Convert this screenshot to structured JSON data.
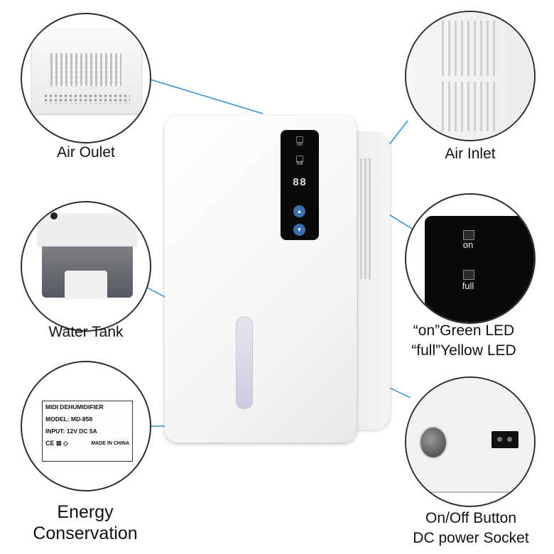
{
  "callouts": {
    "air_outlet": "Air Oulet",
    "water_tank": "Water Tank",
    "energy_line1": "Energy",
    "energy_line2": "Conservation",
    "air_inlet": "Air Inlet",
    "led_line1": "“on”Green LED",
    "led_line2": "“full”Yellow LED",
    "button_line1": "On/Off Button",
    "button_line2": "DC power Socket"
  },
  "led_panel": {
    "on_label": "on",
    "full_label": "full"
  },
  "device_panel": {
    "on_label": "on",
    "full_label": "full",
    "display_value": "88"
  },
  "nameplate": {
    "title": "MIDI DEHUMIDIFIER",
    "model": "MODEL:  MD-858",
    "input": "INPUT:  12V DC 5A",
    "made_in": "MADE IN CHINA"
  },
  "colors": {
    "callout_line": "#2f8fd6",
    "device_white": "#f7f7f7",
    "panel_black": "#0a0a0a",
    "tank_window": "#d9d6e6"
  }
}
